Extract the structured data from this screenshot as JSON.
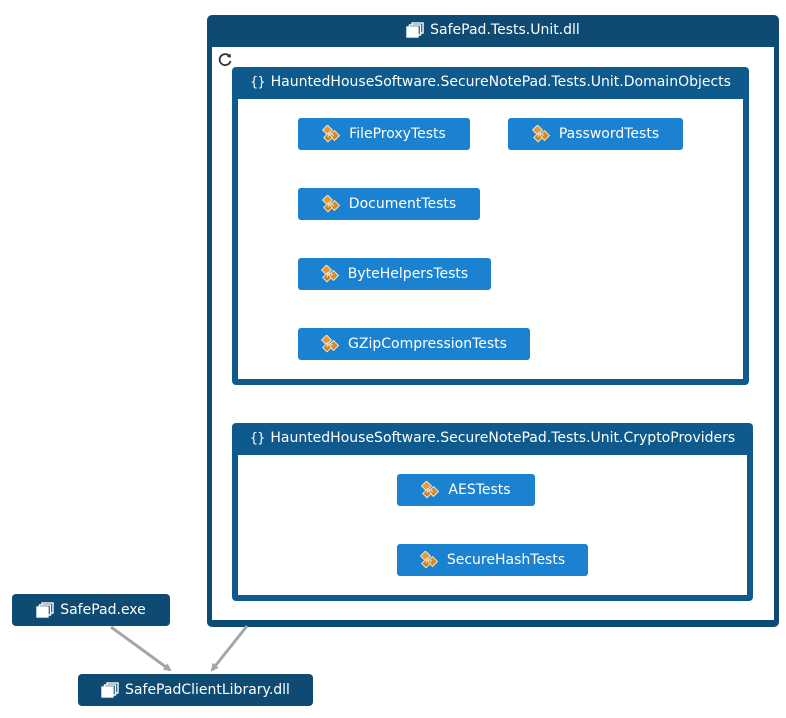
{
  "assemblies": {
    "tests": {
      "label": "SafePad.Tests.Unit.dll",
      "namespaces": {
        "domain": {
          "label": "HauntedHouseSoftware.SecureNotePad.Tests.Unit.DomainObjects",
          "classes": [
            "FileProxyTests",
            "PasswordTests",
            "DocumentTests",
            "ByteHelpersTests",
            "GZipCompressionTests"
          ]
        },
        "crypto": {
          "label": "HauntedHouseSoftware.SecureNotePad.Tests.Unit.CryptoProviders",
          "classes": [
            "AESTests",
            "SecureHashTests"
          ]
        }
      }
    },
    "exe": {
      "label": "SafePad.exe"
    },
    "client": {
      "label": "SafePadClientLibrary.dll"
    }
  },
  "icons": {
    "assembly": "assembly-icon",
    "namespace": "namespace-icon",
    "class": "class-icon",
    "refresh": "refresh-icon"
  },
  "colors": {
    "assembly": "#0e4a72",
    "namespace": "#0f5a8c",
    "class": "#1a82d0",
    "class_icon": "#d4892b",
    "arrow": "#a6a6a6"
  },
  "dependencies": [
    {
      "from": "SafePad.exe",
      "to": "SafePadClientLibrary.dll"
    },
    {
      "from": "SafePad.Tests.Unit.dll",
      "to": "SafePadClientLibrary.dll"
    }
  ]
}
